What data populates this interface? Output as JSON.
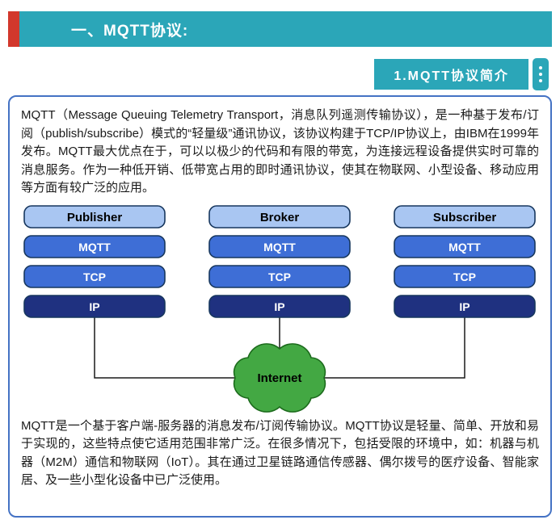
{
  "banner": {
    "title": "一、MQTT协议:",
    "accent_color": "#d2382c",
    "bar_color": "#2ba6b8"
  },
  "section_tab": {
    "label": "1.MQTT协议简介"
  },
  "content": {
    "paragraph1": "MQTT（Message Queuing Telemetry Transport，消息队列遥测传输协议），是一种基于发布/订阅（publish/subscribe）模式的“轻量级”通讯协议，该协议构建于TCP/IP协议上，由IBM在1999年发布。MQTT最大优点在于，可以以极少的代码和有限的带宽，为连接远程设备提供实时可靠的消息服务。作为一种低开销、低带宽占用的即时通讯协议，使其在物联网、小型设备、移动应用等方面有较广泛的应用。",
    "paragraph2": "MQTT是一个基于客户端-服务器的消息发布/订阅传输协议。MQTT协议是轻量、简单、开放和易于实现的，这些特点使它适用范围非常广泛。在很多情况下，包括受限的环境中，如：机器与机器（M2M）通信和物联网（IoT）。其在通过卫星链路通信传感器、偶尔拨号的医疗设备、智能家居、及一些小型化设备中已广泛使用。"
  },
  "diagram": {
    "columns": [
      {
        "label": "Publisher",
        "layers": [
          "MQTT",
          "TCP",
          "IP"
        ]
      },
      {
        "label": "Broker",
        "layers": [
          "MQTT",
          "TCP",
          "IP"
        ]
      },
      {
        "label": "Subscriber",
        "layers": [
          "MQTT",
          "TCP",
          "IP"
        ]
      }
    ],
    "cloud_label": "Internet",
    "colors": {
      "label_fill": "#a9c6f2",
      "mqtt_fill": "#3e6ed6",
      "tcp_fill": "#3e6ed6",
      "ip_fill": "#1f3180",
      "cloud_fill": "#43a843",
      "border_blue": "#4472c4"
    }
  }
}
